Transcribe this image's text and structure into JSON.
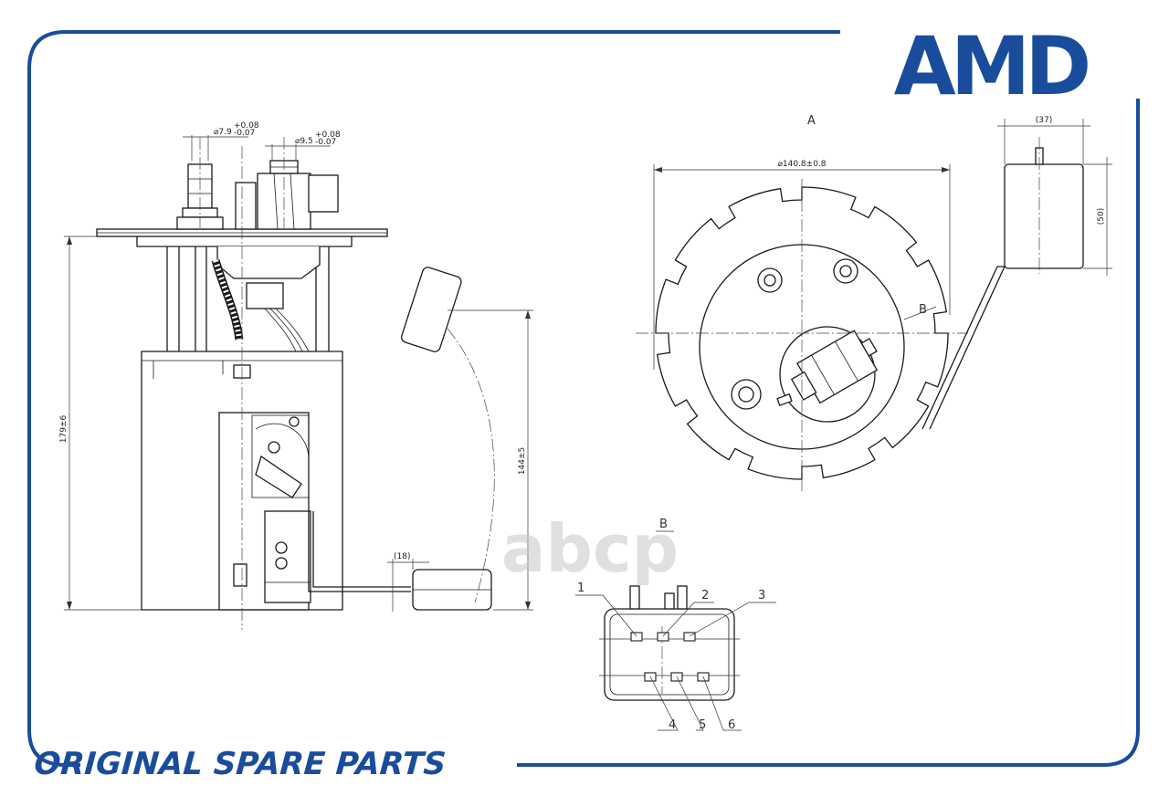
{
  "brand": {
    "logo_text": "AMD",
    "accent_color": "#1a4c9c"
  },
  "footer": {
    "text": "ORIGINAL SPARE PARTS"
  },
  "watermark": {
    "text": "abcp"
  },
  "views": {
    "section_a_label": "A",
    "view_b_label": "B",
    "view_b_marker": "B"
  },
  "dimensions": {
    "inlet_diameter_main": "⌀7.9",
    "inlet_diameter_tol_upper": "+0.08",
    "inlet_diameter_tol_lower": "-0.07",
    "return_diameter_main": "⌀9.5",
    "return_diameter_tol_upper": "+0.08",
    "return_diameter_tol_lower": "-0.07",
    "overall_height": "179±6",
    "float_height": "144±5",
    "float_offset": "(18)",
    "flange_diameter": "⌀140.8±0.8",
    "sender_width": "(37)",
    "sender_height": "(50)"
  },
  "connector_pins": [
    "1",
    "2",
    "3",
    "4",
    "5",
    "6"
  ]
}
